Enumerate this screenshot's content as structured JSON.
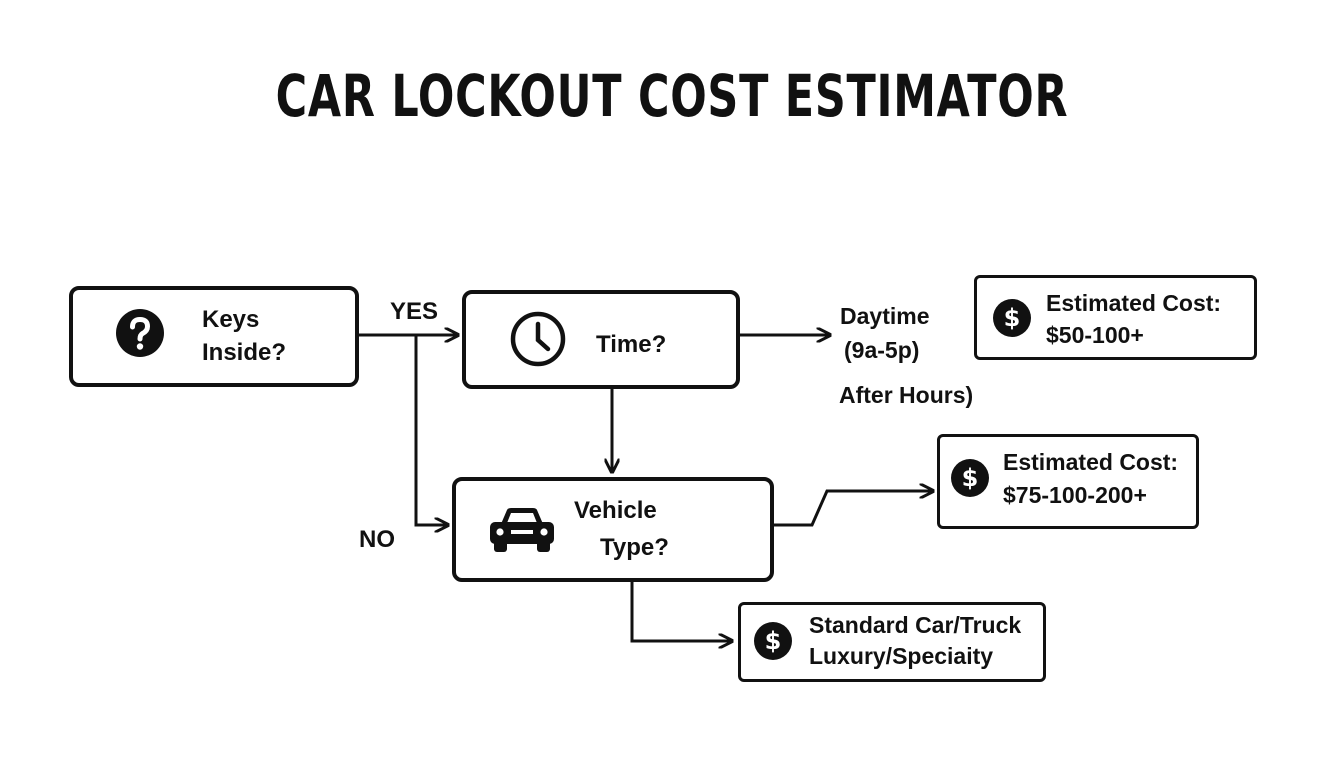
{
  "title": "CAR LOCKOUT COST ESTIMATOR",
  "nodes": {
    "keys": {
      "line1": "Keys",
      "line2": "Inside?",
      "icon": "question-icon"
    },
    "time": {
      "label": "Time?",
      "icon": "clock-icon"
    },
    "vehicle": {
      "line1": "Vehicle",
      "line2": "Type?",
      "icon": "car-icon"
    }
  },
  "edges": {
    "yes": "YES",
    "no": "NO"
  },
  "time_options": {
    "daytime": "Daytime",
    "hours": "(9a-5p)",
    "after_hours": "After Hours)"
  },
  "results": {
    "daytime": {
      "line1": "Estimated Cost:",
      "line2": "$50-100+",
      "icon": "dollar-icon"
    },
    "after_hours": {
      "line1": "Estimated Cost:",
      "line2": "$75-100-200+",
      "icon": "dollar-icon"
    },
    "vehicle": {
      "line1": "Standard Car/Truck",
      "line2": "Luxury/Speciaity",
      "icon": "dollar-icon"
    }
  },
  "colors": {
    "ink": "#111111",
    "background": "#ffffff"
  }
}
